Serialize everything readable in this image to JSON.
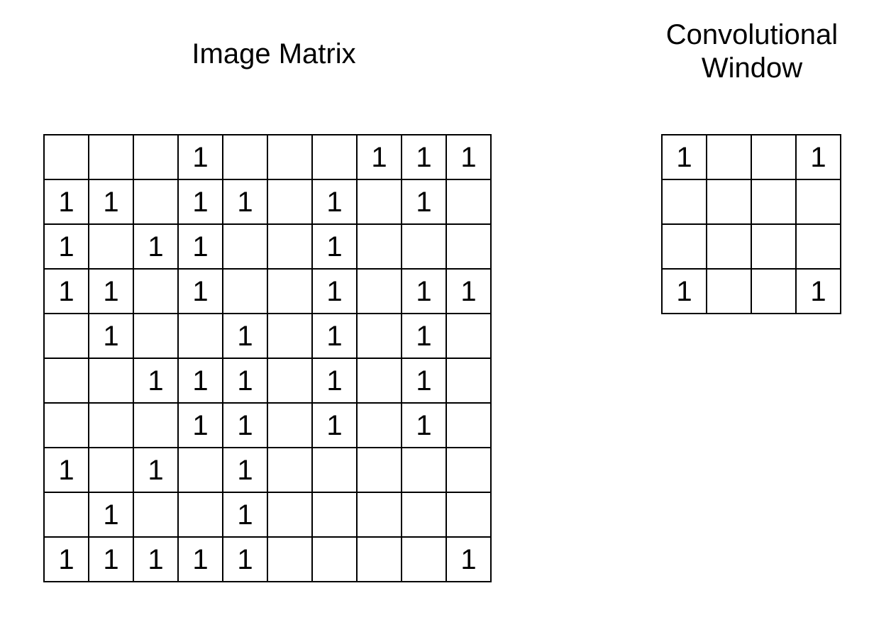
{
  "image_matrix": {
    "title": "Image Matrix",
    "rows": [
      [
        "",
        "",
        "",
        "1",
        "",
        "",
        "",
        "1",
        "1",
        "1"
      ],
      [
        "1",
        "1",
        "",
        "1",
        "1",
        "",
        "1",
        "",
        "1",
        ""
      ],
      [
        "1",
        "",
        "1",
        "1",
        "",
        "",
        "1",
        "",
        "",
        ""
      ],
      [
        "1",
        "1",
        "",
        "1",
        "",
        "",
        "1",
        "",
        "1",
        "1"
      ],
      [
        "",
        "1",
        "",
        "",
        "1",
        "",
        "1",
        "",
        "1",
        ""
      ],
      [
        "",
        "",
        "1",
        "1",
        "1",
        "",
        "1",
        "",
        "1",
        ""
      ],
      [
        "",
        "",
        "",
        "1",
        "1",
        "",
        "1",
        "",
        "1",
        ""
      ],
      [
        "1",
        "",
        "1",
        "",
        "1",
        "",
        "",
        "",
        "",
        ""
      ],
      [
        "",
        "1",
        "",
        "",
        "1",
        "",
        "",
        "",
        "",
        ""
      ],
      [
        "1",
        "1",
        "1",
        "1",
        "1",
        "",
        "",
        "",
        "",
        "1"
      ]
    ]
  },
  "conv_window": {
    "title_line1": "Convolutional",
    "title_line2": "Window",
    "rows": [
      [
        "1",
        "",
        "",
        "1"
      ],
      [
        "",
        "",
        "",
        ""
      ],
      [
        "",
        "",
        "",
        ""
      ],
      [
        "1",
        "",
        "",
        "1"
      ]
    ]
  }
}
